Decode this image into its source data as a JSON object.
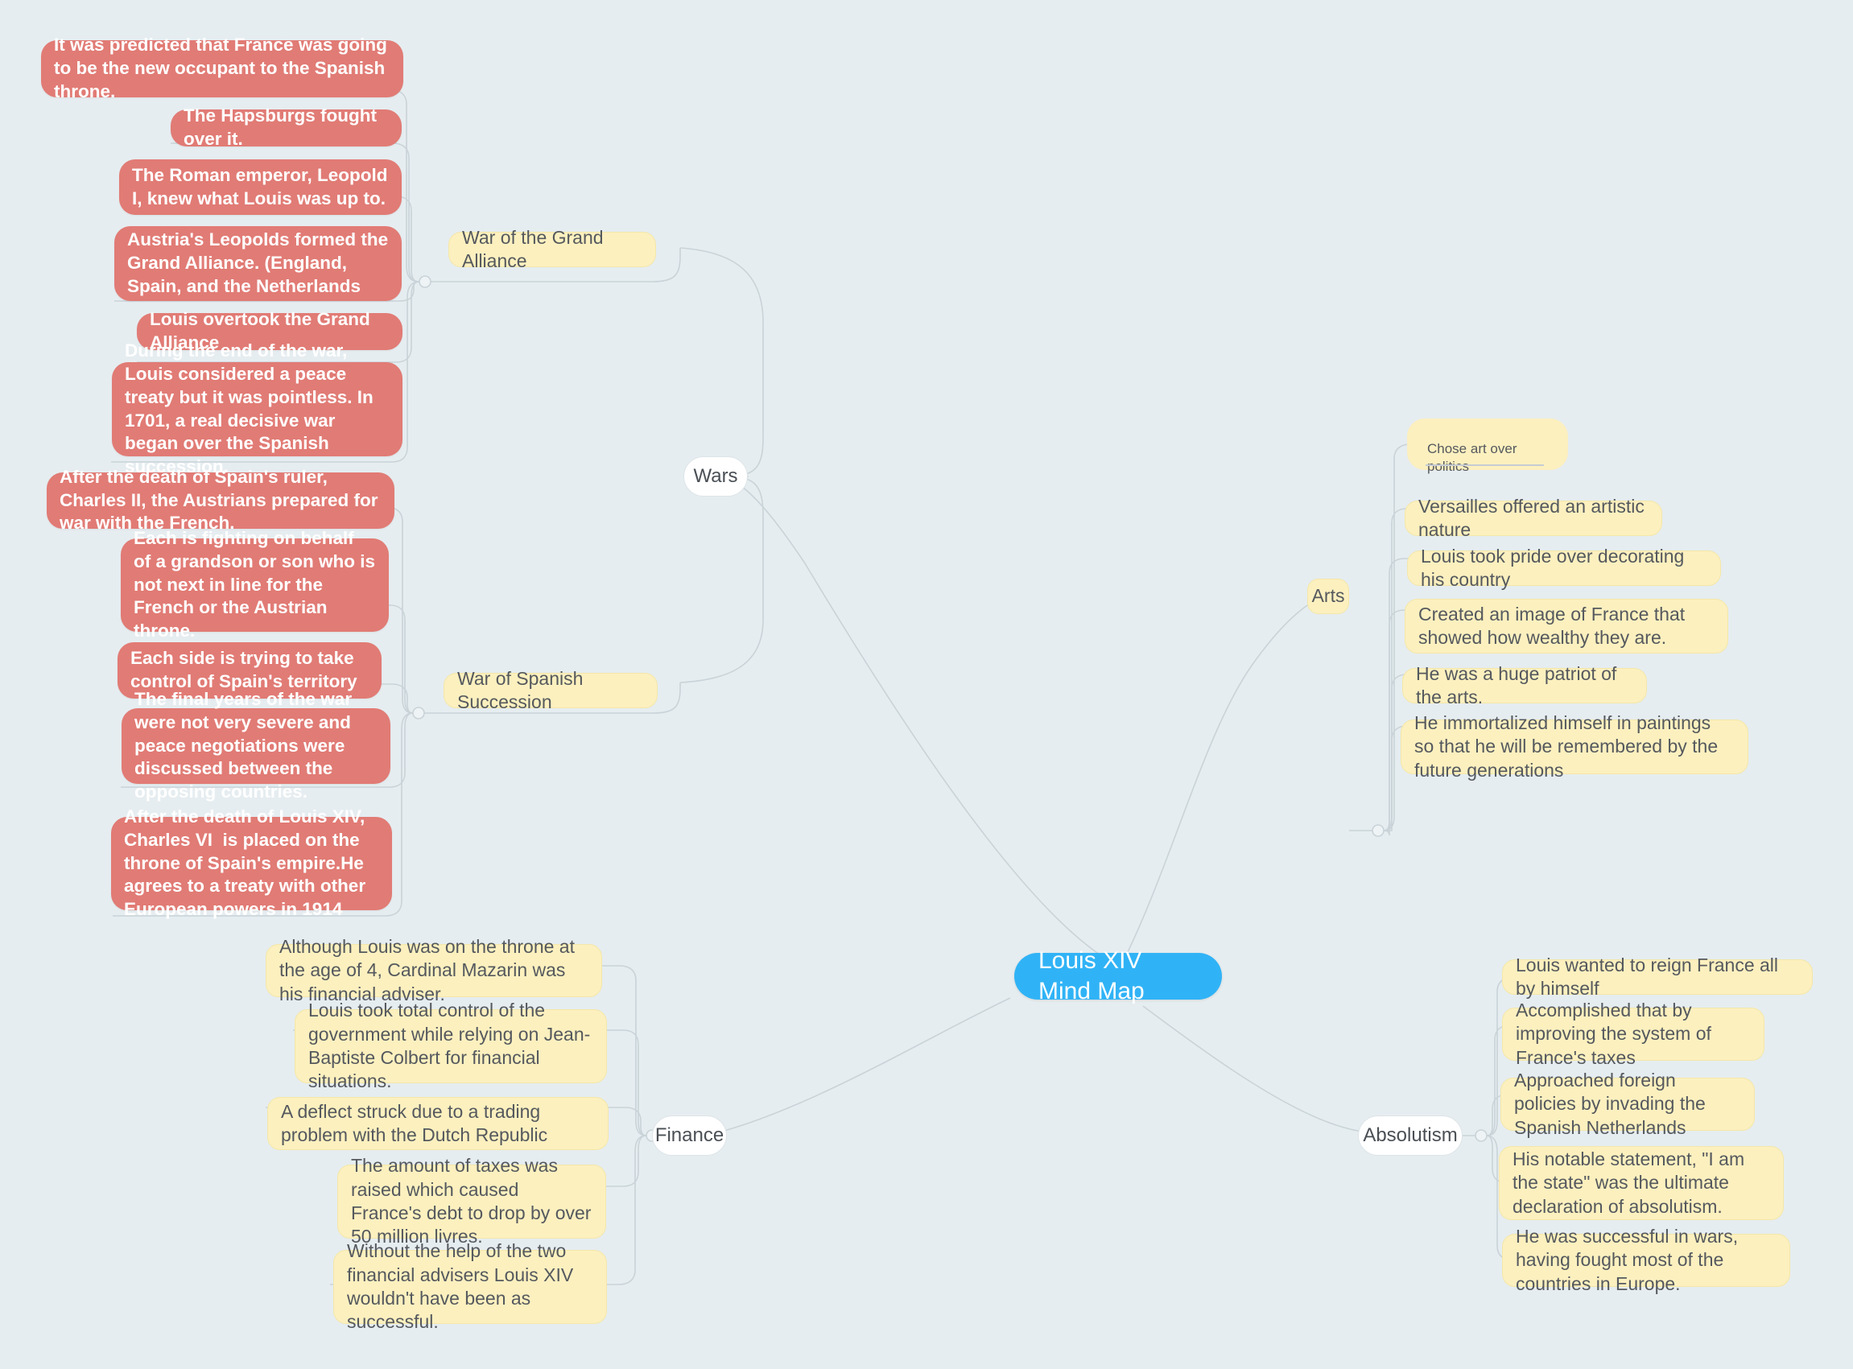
{
  "root": {
    "label": "Louis XIV Mind Map"
  },
  "branches": {
    "wars": {
      "label": "Wars"
    },
    "arts": {
      "label": "Arts"
    },
    "finance": {
      "label": "Finance"
    },
    "absolutism": {
      "label": "Absolutism"
    }
  },
  "subbranches": {
    "grand_alliance": {
      "label": "War of the Grand Alliance"
    },
    "spanish_succession": {
      "label": "War of Spanish Succession"
    }
  },
  "grand_alliance_items": [
    {
      "text": "It was predicted that France was going to be the new occupant to the Spanish throne."
    },
    {
      "text": "The Hapsburgs fought over it."
    },
    {
      "text": "The Roman emperor, Leopold I, knew what Louis was up to."
    },
    {
      "text": "Austria's Leopolds formed the Grand Alliance. (England, Spain, and the Netherlands"
    },
    {
      "text": "Louis overtook the Grand Alliance"
    },
    {
      "text": "During the end of the war, Louis considered a peace treaty but it was pointless. In 1701, a real decisive war began over the Spanish succession."
    }
  ],
  "spanish_succession_items": [
    {
      "text": "After the death of Spain's ruler, Charles II, the Austrians prepared for war with the French."
    },
    {
      "text": "Each is fighting on behalf of a grandson or son who is not next in line for the French or the Austrian throne."
    },
    {
      "text": "Each side is trying to take control of Spain's territory"
    },
    {
      "text": "The final years of the war were not very severe and peace negotiations were discussed between the opposing countries."
    },
    {
      "text": "After the death of Louis XIV, Charles VI  is placed on the throne of Spain's empire.He agrees to a treaty with other European powers in 1914"
    }
  ],
  "arts_items": [
    {
      "text": "Chose art over politics"
    },
    {
      "text": "Versailles offered an artistic nature"
    },
    {
      "text": "Louis took pride over decorating his country"
    },
    {
      "text": "Created an image of France that showed how wealthy they are."
    },
    {
      "text": "He was a huge patriot of the arts."
    },
    {
      "text": "He immortalized himself in paintings so that he will be remembered by the future generations"
    }
  ],
  "finance_items": [
    {
      "text": "Although Louis was on the throne at the age of 4, Cardinal Mazarin was his financial adviser."
    },
    {
      "text": "Louis took total control of the government while relying on Jean-Baptiste Colbert for financial situations."
    },
    {
      "text": "A deflect struck due to a trading problem with the Dutch Republic"
    },
    {
      "text": "The amount of taxes was raised which caused France's debt to drop by over 50 million livres."
    },
    {
      "text": "Without the help of the two financial advisers Louis XIV wouldn't have been as successful."
    }
  ],
  "absolutism_items": [
    {
      "text": "Louis wanted to reign France all by himself"
    },
    {
      "text": "Accomplished that by improving the system of France's taxes"
    },
    {
      "text": "Approached foreign policies by invading the Spanish Netherlands"
    },
    {
      "text": "His notable statement, \"I am the state\" was the ultimate declaration of absolutism."
    },
    {
      "text": "He was successful in wars, having fought most of the countries in Europe."
    }
  ],
  "colors": {
    "background": "#e6edf0",
    "root": "#30b3f6",
    "red_node": "#e17b75",
    "yellow_node": "#fcf0bf",
    "branch_node": "#ffffff",
    "connector": "#c9d3d8"
  }
}
